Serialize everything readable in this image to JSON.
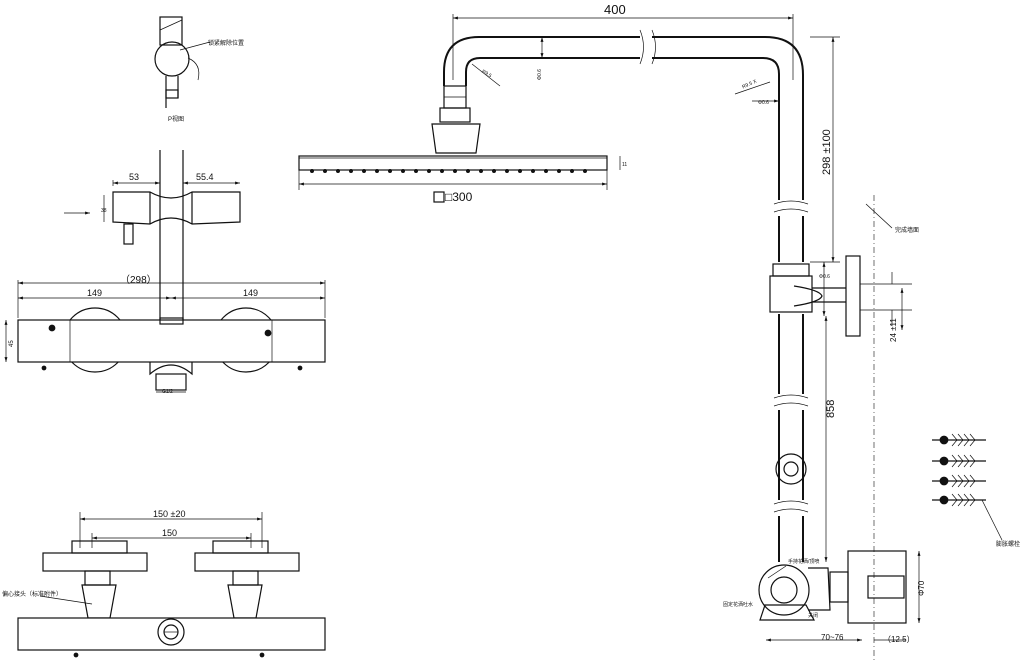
{
  "top_view": {
    "caption": "P视图",
    "note": "锁紧解除位置"
  },
  "side_view": {
    "dim_left": "53",
    "dim_right": "55.4",
    "dim_small": "38"
  },
  "front_mixer": {
    "dim_total": "（298）",
    "dim_left": "149",
    "dim_right": "149",
    "dim_height": "45",
    "dim_outlet": "G1/2"
  },
  "bottom_mixer": {
    "dim_outer": "150 ±20",
    "dim_inner": "150",
    "note": "偏心接头（标准附件）"
  },
  "shower_head": {
    "size_label": "□300",
    "dim_thickness": "11"
  },
  "riser": {
    "dim_arm": "400",
    "dim_upper": "298 ±100",
    "dim_lower": "858",
    "dim_bracket": "24 ±11",
    "dia_1": "Φ0.6",
    "dia_2": "Φ0.6",
    "dia_3": "Φ0.6",
    "r_1": "R9.5",
    "r_2": "R9.5 X",
    "wall_label": "完成墙面",
    "anchor_label": "膨胀螺栓",
    "switch_label": "手持花洒/顶喷",
    "fixed_label": "固定花洒吐水",
    "close_label": "关闭",
    "dim_diameter": "Φ70",
    "dim_depth": "70~76",
    "dim_small": "（12.5）"
  }
}
